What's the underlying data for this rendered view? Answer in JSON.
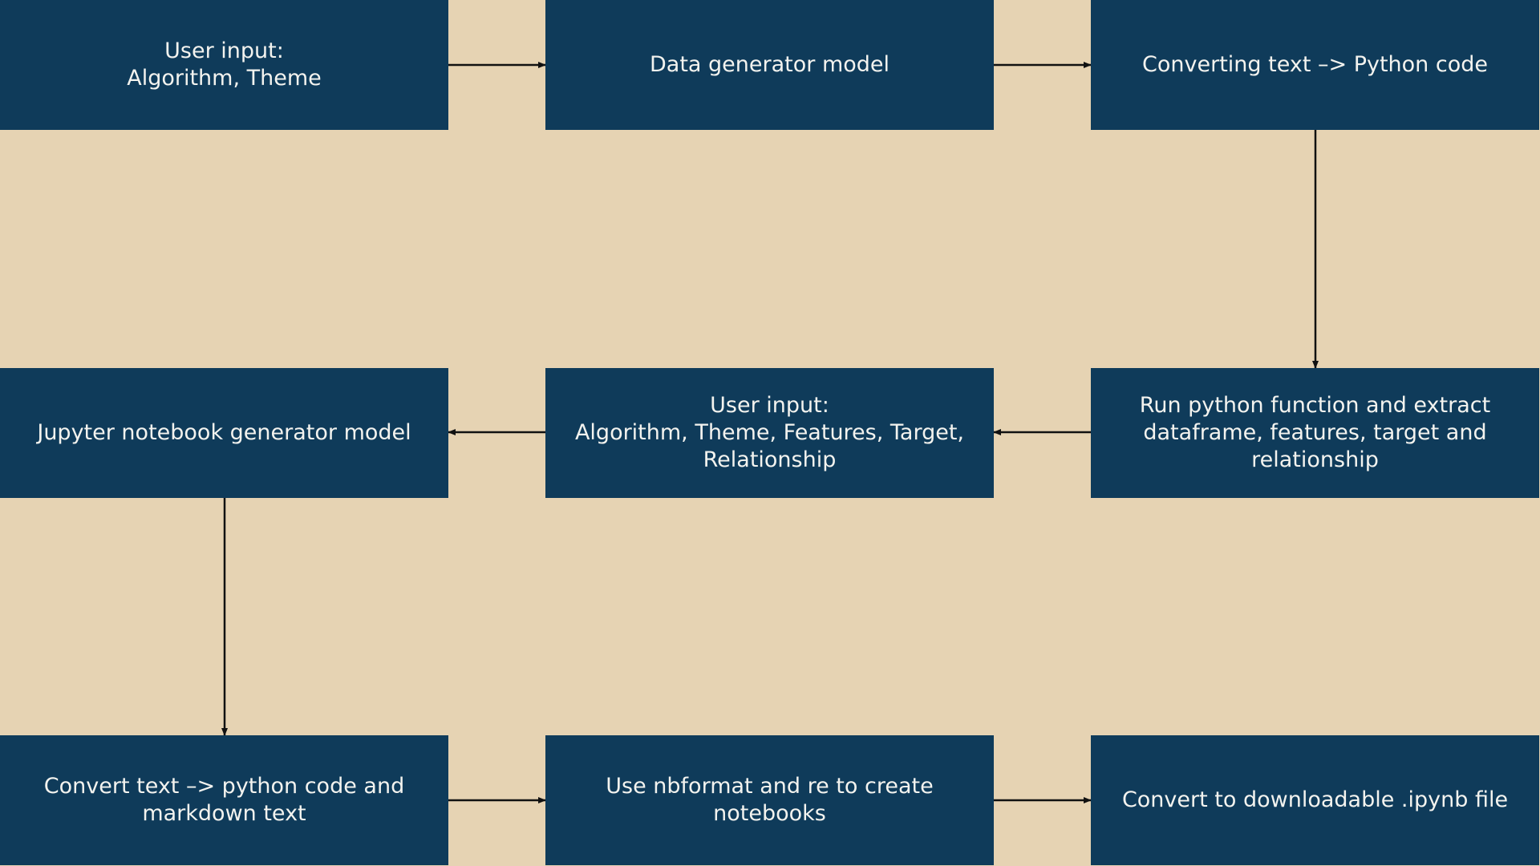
{
  "diagram": {
    "background_color": "#e6d3b3",
    "node_color": "#0f3b5a",
    "text_color": "#f3f3ef",
    "arrow_color": "#111111",
    "nodes": [
      {
        "id": "user-input-1",
        "label": "User input:\nAlgorithm, Theme"
      },
      {
        "id": "data-generator-model",
        "label": "Data generator model"
      },
      {
        "id": "converting-text-python",
        "label": "Converting text –> Python code"
      },
      {
        "id": "run-python-function",
        "label": "Run python function and extract\ndataframe, features, target and\nrelationship"
      },
      {
        "id": "user-input-2",
        "label": "User input:\nAlgorithm, Theme, Features, Target,\nRelationship"
      },
      {
        "id": "jupyter-generator-model",
        "label": "Jupyter notebook generator model"
      },
      {
        "id": "convert-text-python-markdown",
        "label": "Convert text –> python code and\nmarkdown text"
      },
      {
        "id": "use-nbformat",
        "label": "Use nbformat and re to create\nnotebooks"
      },
      {
        "id": "convert-ipynb",
        "label": "Convert to downloadable .ipynb file"
      }
    ],
    "edges": [
      {
        "from": "user-input-1",
        "to": "data-generator-model"
      },
      {
        "from": "data-generator-model",
        "to": "converting-text-python"
      },
      {
        "from": "converting-text-python",
        "to": "run-python-function"
      },
      {
        "from": "run-python-function",
        "to": "user-input-2"
      },
      {
        "from": "user-input-2",
        "to": "jupyter-generator-model"
      },
      {
        "from": "jupyter-generator-model",
        "to": "convert-text-python-markdown"
      },
      {
        "from": "convert-text-python-markdown",
        "to": "use-nbformat"
      },
      {
        "from": "use-nbformat",
        "to": "convert-ipynb"
      }
    ]
  }
}
